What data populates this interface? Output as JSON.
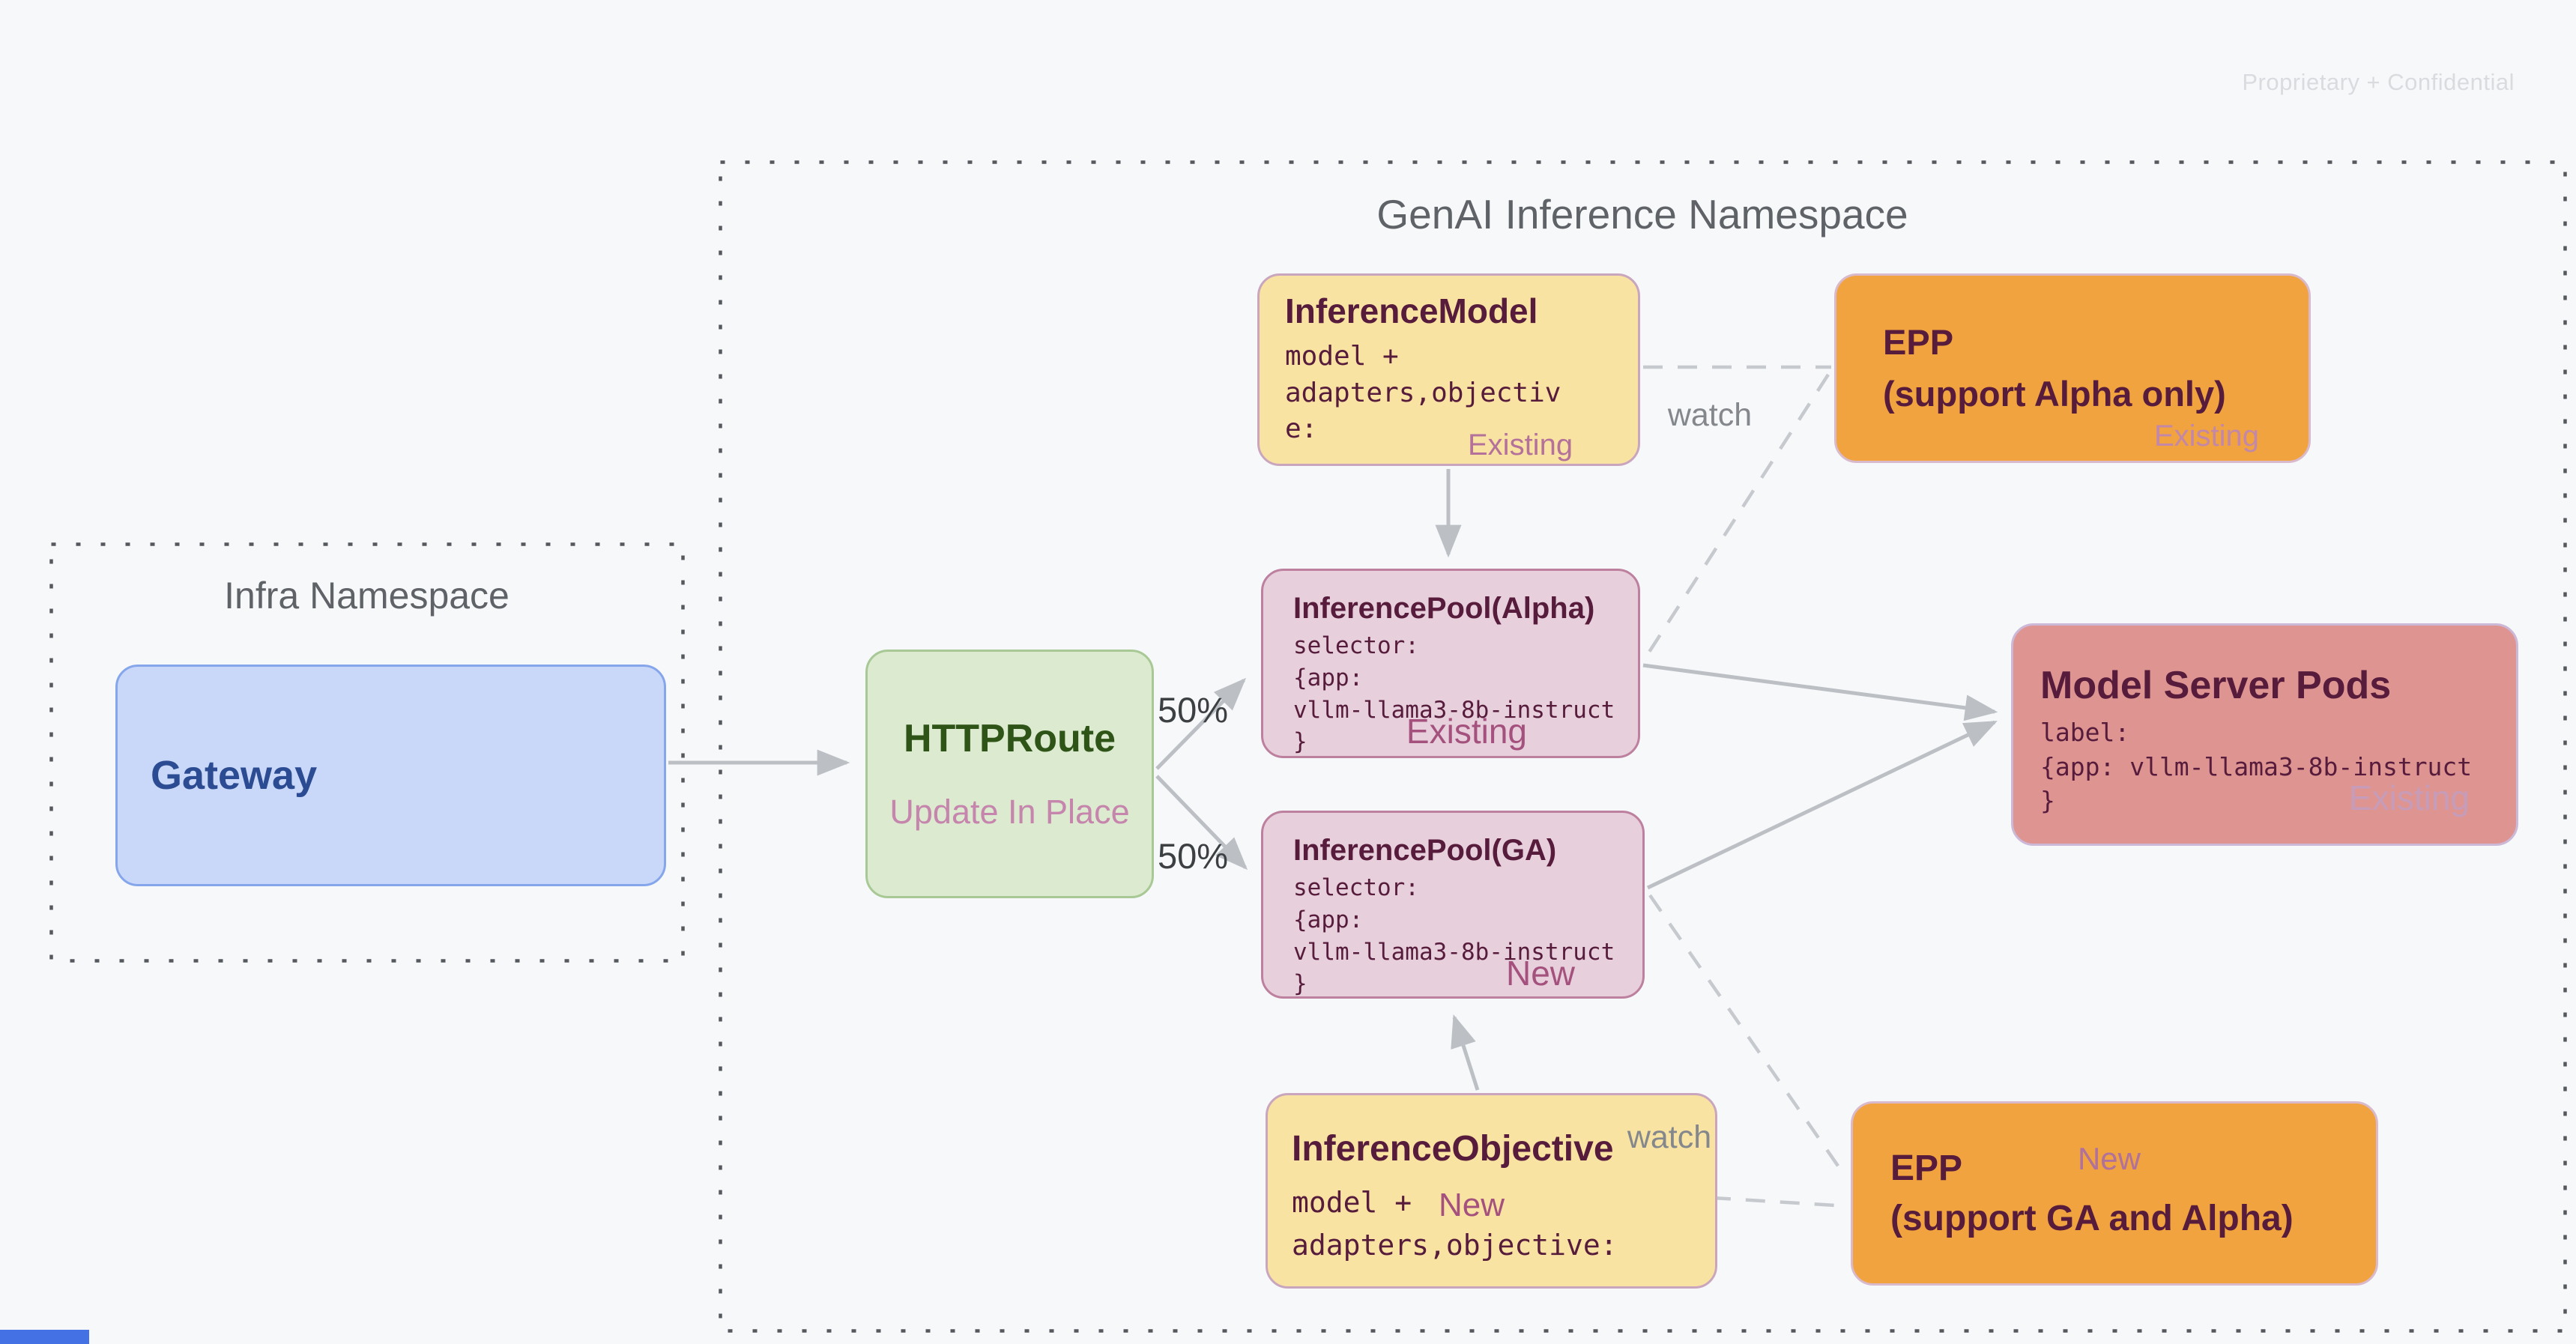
{
  "slide": {
    "watermark": "Proprietary + Confidential"
  },
  "namespaces": {
    "infra": {
      "title": "Infra Namespace"
    },
    "genai": {
      "title": "GenAI Inference Namespace"
    }
  },
  "nodes": {
    "gateway": {
      "title": "Gateway"
    },
    "httproute": {
      "title": "HTTPRoute",
      "subtitle": "Update In Place"
    },
    "inference_model": {
      "title": "InferenceModel",
      "code": "model +\nadapters,objectiv\ne:",
      "status": "Existing"
    },
    "epp_alpha": {
      "title": "EPP\n(support Alpha only)",
      "status": "Existing"
    },
    "pool_alpha": {
      "title": "InferencePool(Alpha)",
      "code": "selector:\n{app:\nvllm-llama3-8b-instruct\n}",
      "status": "Existing"
    },
    "pool_ga": {
      "title": "InferencePool(GA)",
      "code": "selector:\n{app:\nvllm-llama3-8b-instruct\n}",
      "status": "New"
    },
    "model_server_pods": {
      "title": "Model Server Pods",
      "code": "label:\n{app: vllm-llama3-8b-instruct\n}",
      "status": "Existing"
    },
    "inference_objective": {
      "title": "InferenceObjective",
      "code": "model +\nadapters,objective:",
      "status": "New"
    },
    "epp_ga": {
      "title": "EPP\n(support GA and Alpha)",
      "status": "New"
    }
  },
  "edge_labels": {
    "split_top": "50%",
    "split_bottom": "50%",
    "watch_top": "watch",
    "watch_bottom": "watch"
  },
  "colors": {
    "background": "#f7f8fa",
    "yellow_node": "#f9e3a2",
    "orange_node": "#f0a33f",
    "pink_pool_node": "#e7d0dc",
    "rose_pods_node": "#de9592",
    "blue_node": "#c9d8f8",
    "green_node": "#dcead0",
    "dark_maroon_text": "#571c3c",
    "dark_green_text": "#2e5417",
    "dark_blue_text": "#2b4c93",
    "mauve_status_text": "#a4517e",
    "namespace_text": "#5f6368",
    "arrow_gray": "#bcc0c5",
    "dashed_gray": "#c6c9ce",
    "watermark_gray": "#d9dbdf",
    "corner_bar_blue": "#4472e4"
  }
}
